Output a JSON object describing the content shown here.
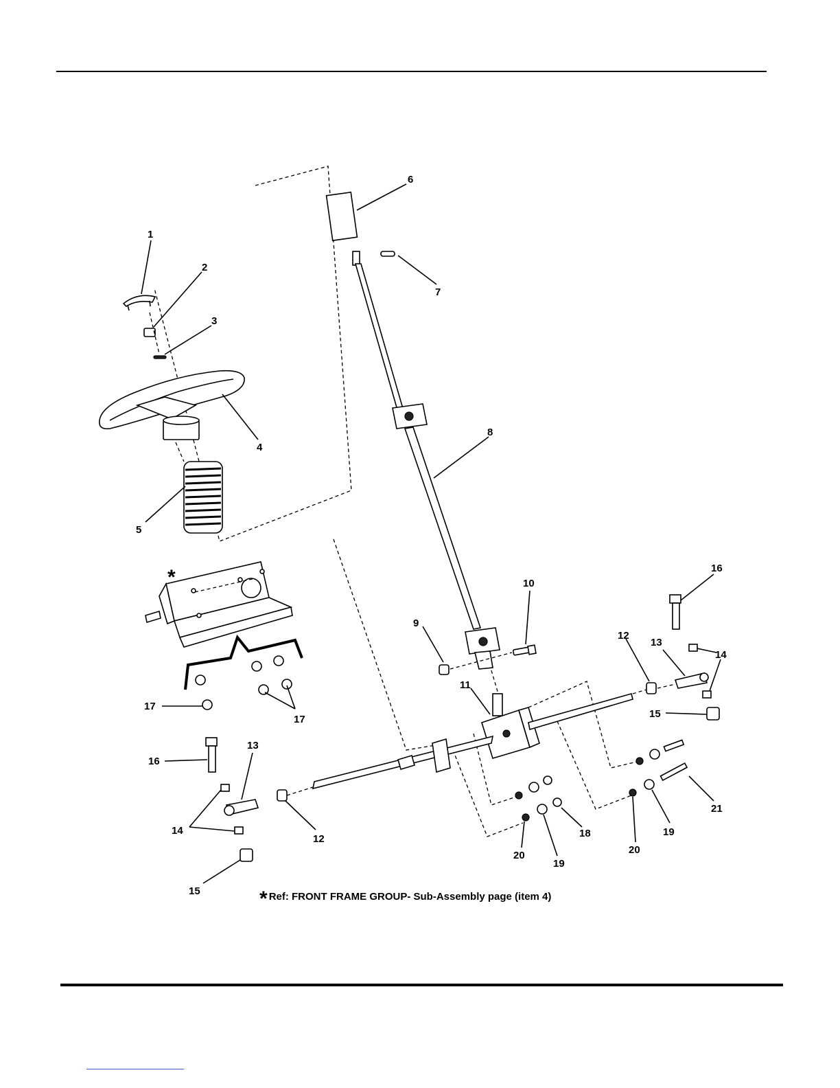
{
  "diagram": {
    "callouts": [
      {
        "id": "c1",
        "text": "1"
      },
      {
        "id": "c2",
        "text": "2"
      },
      {
        "id": "c3",
        "text": "3"
      },
      {
        "id": "c4",
        "text": "4"
      },
      {
        "id": "c5",
        "text": "5"
      },
      {
        "id": "c6",
        "text": "6"
      },
      {
        "id": "c7",
        "text": "7"
      },
      {
        "id": "c8",
        "text": "8"
      },
      {
        "id": "c9",
        "text": "9"
      },
      {
        "id": "c10",
        "text": "10"
      },
      {
        "id": "c11",
        "text": "11"
      },
      {
        "id": "c12a",
        "text": "12"
      },
      {
        "id": "c12b",
        "text": "12"
      },
      {
        "id": "c13a",
        "text": "13"
      },
      {
        "id": "c13b",
        "text": "13"
      },
      {
        "id": "c14a",
        "text": "14"
      },
      {
        "id": "c14b",
        "text": "14"
      },
      {
        "id": "c15a",
        "text": "15"
      },
      {
        "id": "c15b",
        "text": "15"
      },
      {
        "id": "c16a",
        "text": "16"
      },
      {
        "id": "c16b",
        "text": "16"
      },
      {
        "id": "c17a",
        "text": "17"
      },
      {
        "id": "c17b",
        "text": "17"
      },
      {
        "id": "c18",
        "text": "18"
      },
      {
        "id": "c19a",
        "text": "19"
      },
      {
        "id": "c19b",
        "text": "19"
      },
      {
        "id": "c20a",
        "text": "20"
      },
      {
        "id": "c20b",
        "text": "20"
      },
      {
        "id": "c21",
        "text": "21"
      }
    ],
    "star_mark": "*",
    "reference_note": {
      "star": "*",
      "text": "Ref: FRONT FRAME GROUP- Sub-Assembly  page (item 4)"
    }
  }
}
